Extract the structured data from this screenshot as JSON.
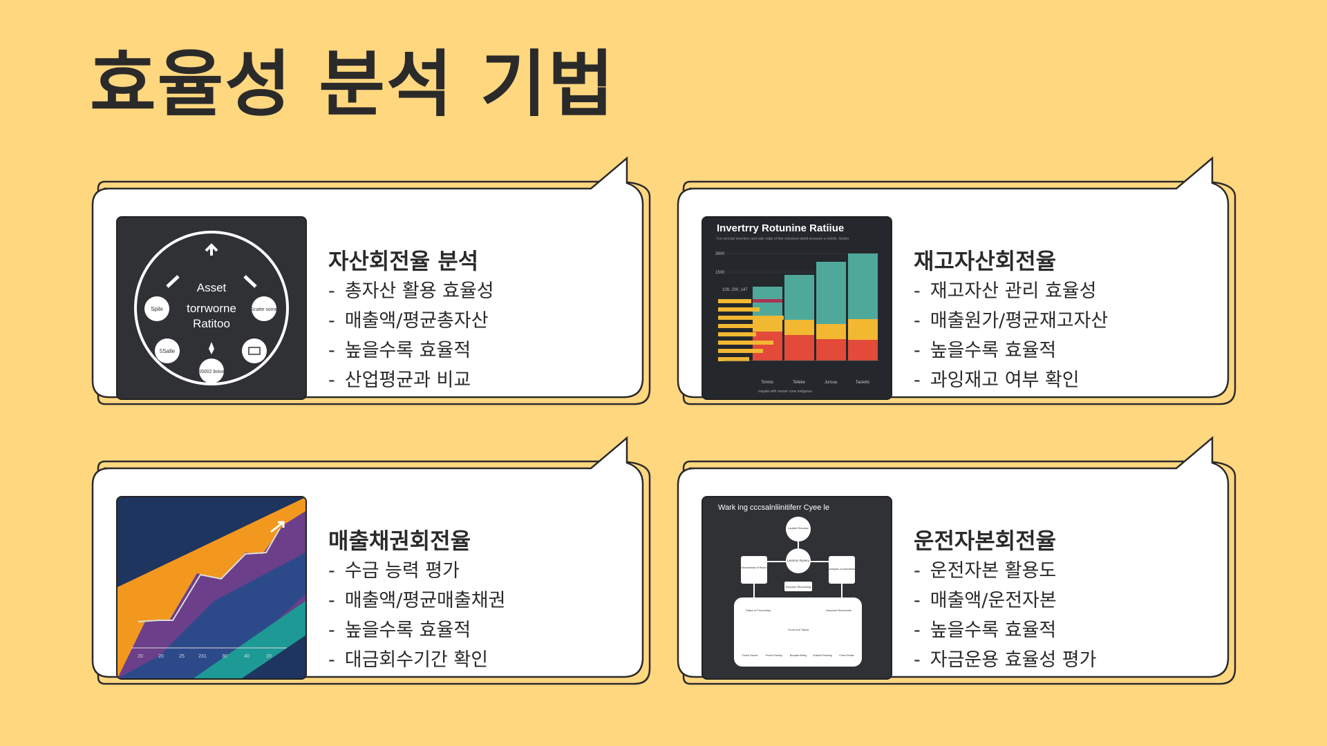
{
  "title": "효율성 분석 기법",
  "cards": [
    {
      "heading": "자산회전율 분석",
      "bullets": [
        "총자산 활용 효율성",
        "매출액/평균총자산",
        "높을수록 효율적",
        "산업평균과 비교"
      ],
      "thumb": {
        "center_line1": "Asset",
        "center_line2": "torrworne",
        "center_line3": "Ratitoo",
        "node_left": "Spile",
        "node_right": "Scatte some",
        "node_bottom_left": "5Salle",
        "node_bottom": "S5002 boiue"
      }
    },
    {
      "heading": "재고자산회전율",
      "bullets": [
        "재고자산 관리 효율성",
        "매출원가/평균재고자산",
        "높을수록 효율적",
        "과잉재고 여부 확인"
      ],
      "thumb": {
        "title": "Invertrry Rotunine Ratiiue",
        "subtitle": "Fur concept inventory and ratio ridge of ther industrye-tailed preasure a mobile. Gnidre",
        "y_top": "3800",
        "y_mid": "1500",
        "y_note": "109, 200, 147",
        "cat1": "Tormis",
        "cat2": "Tefeke",
        "cat3": "Jurcua",
        "cat4": "Tacletts",
        "legend": "Ivquale  with  nunser  cone  ionlgance"
      }
    },
    {
      "heading": "매출채권회전율",
      "bullets": [
        "수금 능력 평가",
        "매출액/평균매출채권",
        "높을수록 효율적",
        "대금회수기간 확인"
      ],
      "thumb": {
        "ticks": [
          "20",
          "20",
          "25",
          "231",
          "30",
          "40",
          "20"
        ]
      }
    },
    {
      "heading": "운전자본회전율",
      "bullets": [
        "운전자본 활용도",
        "매출액/운전자본",
        "높을수록 효율적",
        "자금운용 효율성 평가"
      ],
      "thumb": {
        "title": "Wark ing cccsalnliinitiferr Cyee   le",
        "top_node": "Lodafni Rlmosbe",
        "center_node": "Lantrom Ryanry",
        "left_node": "Lostpdint Bumetamial nit Riscb of Naltee",
        "right_node": "Uimbyyrts ot lnoceotitans",
        "mid_node": "Escpdun Rllovanting",
        "box_left": "Tartpa of Foovnertay",
        "box_right": "Cacpdunt Recernette",
        "box_center": "Tnora and Tayniy",
        "b1": "Prrotal Fraclon",
        "b2": "Pnoent Frantep",
        "b3": "Bcupaint Beting",
        "b4": "Susbett Peneding",
        "b5": "Potret Pestde"
      }
    }
  ]
}
